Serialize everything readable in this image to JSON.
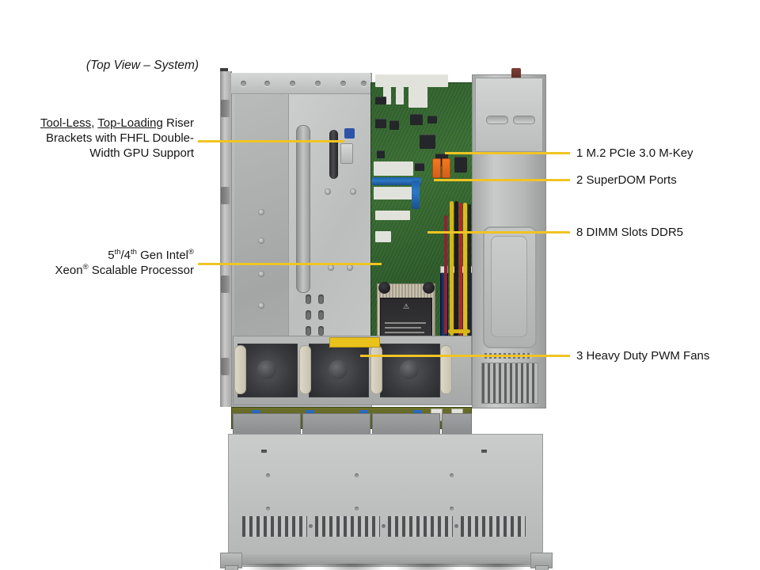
{
  "title": {
    "text": "(Top View – System)"
  },
  "callouts": {
    "riser": {
      "line1_a": "Tool-Less",
      "line1_b": ", ",
      "line1_c": "Top-Loading",
      "line1_d": " Riser",
      "line2": "Brackets with FHFL Double-",
      "line3": "Width GPU Support"
    },
    "cpu": {
      "line1_pre": "5",
      "line1_sup1": "th",
      "line1_mid": "/4",
      "line1_sup2": "th",
      "line1_post": " Gen Intel",
      "line1_reg": "®",
      "line2_pre": "Xeon",
      "line2_reg": "®",
      "line2_post": " Scalable Processor"
    },
    "m2": {
      "label": "1 M.2 PCIe 3.0 M-Key"
    },
    "superdom": {
      "label": "2 SuperDOM Ports"
    },
    "dimm": {
      "label": "8 DIMM Slots DDR5"
    },
    "fans": {
      "label": "3 Heavy Duty PWM Fans"
    }
  },
  "colors": {
    "accent_yellow": "#F0C424",
    "chassis_gray": "#bcbebe",
    "pcb_green": "#2f5e2c",
    "dimm_blue": "#13224f",
    "superdom_orange": "#f07a20",
    "warning_yellow": "#e9c21c"
  },
  "photo": {
    "subject": "2U rackmount server chassis, top view, cover removed",
    "regions": {
      "riser_bracket": "tool-less top-loading riser bracket assembly",
      "motherboard": "green server motherboard",
      "cpu_heatsink": "processor heatsink with warning label",
      "dimm_slots": "eight DDR5 memory slots",
      "superdom_ports": "two orange SuperDOM connectors",
      "psu_bay": "power supply bay with ventilation grille",
      "fan_wall": "three heavy duty PWM fans with beige handles",
      "backplane": "drive backplane PCB",
      "front_panel": "front bezel panel with ventilation slots"
    }
  }
}
